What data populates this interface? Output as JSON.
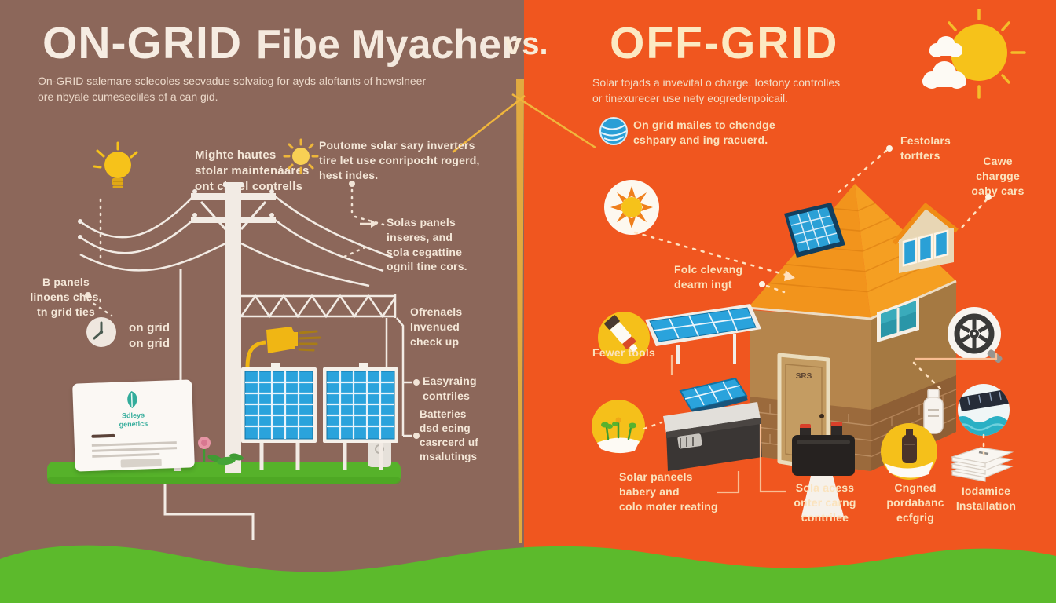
{
  "left": {
    "title": "ON-GRID",
    "title_suffix": "Fibe Myacher",
    "subtitle": "On-GRID salemare sclecoles secvadue solvaiog for ayds aloftants of howslneer\nore nbyale cumesecliles of a can gid.",
    "labels": {
      "bulb": "Mighte hautes\nstolar maintenáares\nont chuel contrells",
      "sun": "Poutome solar sary inverters\ntire let use conripocht rogerd,\nhest indes.",
      "b_panels": "B panels\nlinoens ches,\ntn grid ties",
      "on_grid": "on grid\non grid",
      "solas_panels": "Solas panels\ninseres, and\nsola cegattine\nognil tine cors.",
      "ofrenaels": "Ofrenaels\nInvenued\ncheck up",
      "easyraing": "Easyraing\ncontriles",
      "batteries": "Batteries\ndsd ecing\ncasrcerd uf\nmsalutings",
      "meter_card": "Sdleys\ngenetics"
    }
  },
  "divider": {
    "vs": "vs."
  },
  "right": {
    "title": "OFF-GRID",
    "subtitle": "Solar tojads a invevital o charge. Iostony controlles\nor tinexurecer use nety eogredenpoicail.",
    "labels": {
      "globe": "On grid mailes to chcndge\ncshpary and ing racuerd.",
      "festolars": "Festolars\ntortters",
      "cawe": "Cawe\nchargge\noaby cars",
      "folr": "Folc clevang\ndearm ingt",
      "fewer_tools": "Fewer tools",
      "door_sign": "SRS",
      "solar_paneels": "Solar paneels\nbabery and\ncolo moter reating",
      "sola_acess": "Sola acess\nonter carng\ncontrilee",
      "cngned": "Cngned\npordabanc\necfgrig",
      "iodamice": "Iodamice\nInstallation"
    }
  },
  "colors": {
    "left_bg": "#8c675a",
    "right_bg": "#f0561f",
    "left_title": "#f6ece2",
    "right_title": "#fce9c2",
    "grass_green": "#5cba2c",
    "solar_blue": "#2aa3dc",
    "roof_orange": "#f2941c",
    "icon_yellow": "#f5c01a"
  }
}
